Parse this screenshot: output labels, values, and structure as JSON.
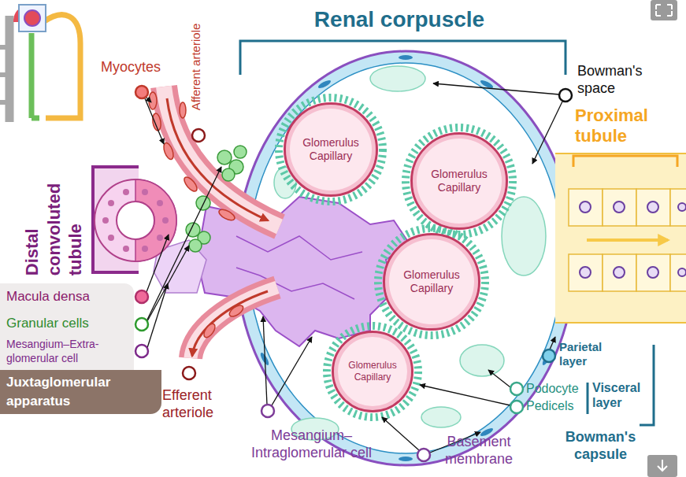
{
  "diagram": {
    "title": "Renal corpuscle",
    "nodes": [
      {
        "text": [
          "Glomerulus Capillary"
        ]
      },
      {
        "text": [
          "Glomerulus Capillary"
        ]
      },
      {
        "text": [
          "Glomerulus Capillary"
        ]
      },
      {
        "text": [
          "Glomerulus Capillary"
        ]
      },
      {
        "text": [
          "Macula densa",
          "Granular cells",
          "Mesangium–Extra-glomerular cell",
          "Juxtaglomerular apparatus"
        ]
      }
    ],
    "labels": [
      "Myocytes",
      "Afferent arteriole",
      "Bowman's space",
      "Proximal tubule",
      "Distal convoluted tubule",
      "Efferent arteriole",
      "Mesangium–Intraglomerular cell",
      "Basement membrane",
      "Parietal layer",
      "Podocyte",
      "Visceral layer",
      "Pedicels",
      "Bowman's capsule"
    ]
  }
}
